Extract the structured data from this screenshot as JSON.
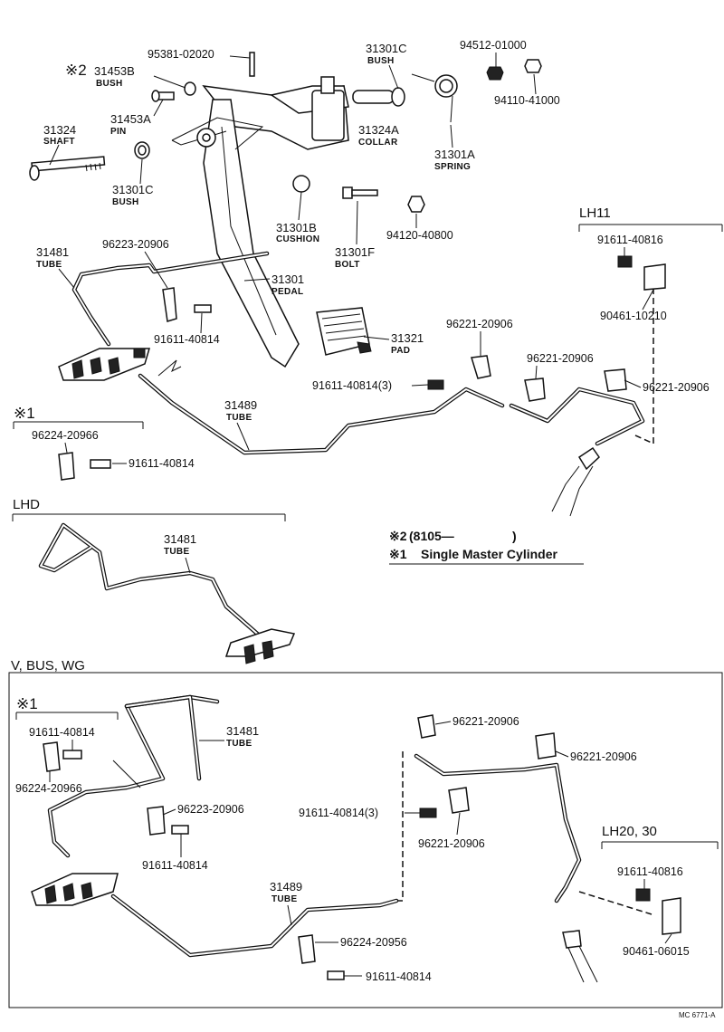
{
  "top": {
    "p95381": "95381-02020",
    "p31453B": "31453B",
    "p31453B_name": "BUSH",
    "mark2": "※2",
    "p31453A": "31453A",
    "p31453A_name": "PIN",
    "p31324": "31324",
    "p31324_name": "SHAFT",
    "p31301C_a": "31301C",
    "p31301C_a_name": "BUSH",
    "p31301C_b": "31301C",
    "p31301C_b_name": "BUSH",
    "p94512": "94512-01000",
    "p94110": "94110-41000",
    "p31324A": "31324A",
    "p31324A_name": "COLLAR",
    "p31301A": "31301A",
    "p31301A_name": "SPRING",
    "p31301B": "31301B",
    "p31301B_name": "CUSHION",
    "p31301F": "31301F",
    "p31301F_name": "BOLT",
    "p94120": "94120-40800",
    "p31481": "31481",
    "p31481_name": "TUBE",
    "p96223": "96223-20906",
    "p31301": "31301",
    "p31301_name": "PEDAL",
    "p91611_a": "91611-40814",
    "p31321": "31321",
    "p31321_name": "PAD",
    "p96221_a": "96221-20906",
    "p96221_b": "96221-20906",
    "p96221_c": "96221-20906",
    "p91611_b": "91611-40814(3)",
    "p31489": "31489",
    "p31489_name": "TUBE",
    "lh11": "LH11",
    "p91611_lh": "91611-40816",
    "p90461": "90461-10210"
  },
  "opt1": {
    "mark1": "※1",
    "p96224": "96224-20966",
    "p91611": "91611-40814"
  },
  "lhd": {
    "label": "LHD",
    "p31481": "31481",
    "p31481_name": "TUBE"
  },
  "notes": {
    "n2_mark": "※2",
    "n2": "(8105—",
    "n2_close": ")",
    "n1_mark": "※1",
    "n1": "Single Master Cylinder"
  },
  "bottom": {
    "label": "V, BUS, WG",
    "mark1": "※1",
    "p91611_a": "91611-40814",
    "p96224_a": "96224-20966",
    "p31481": "31481",
    "p31481_name": "TUBE",
    "p96223": "96223-20906",
    "p91611_b": "91611-40814",
    "p96221_a": "96221-20906",
    "p96221_b": "96221-20906",
    "p91611_c": "91611-40814(3)",
    "p96221_c": "96221-20906",
    "p31489": "31489",
    "p31489_name": "TUBE",
    "p96224_b": "96224-20956",
    "p91611_d": "91611-40814",
    "lh20": "LH20, 30",
    "p91611_lh": "91611-40816",
    "p90461": "90461-06015"
  },
  "footer": {
    "code": "MC 6771-A"
  }
}
